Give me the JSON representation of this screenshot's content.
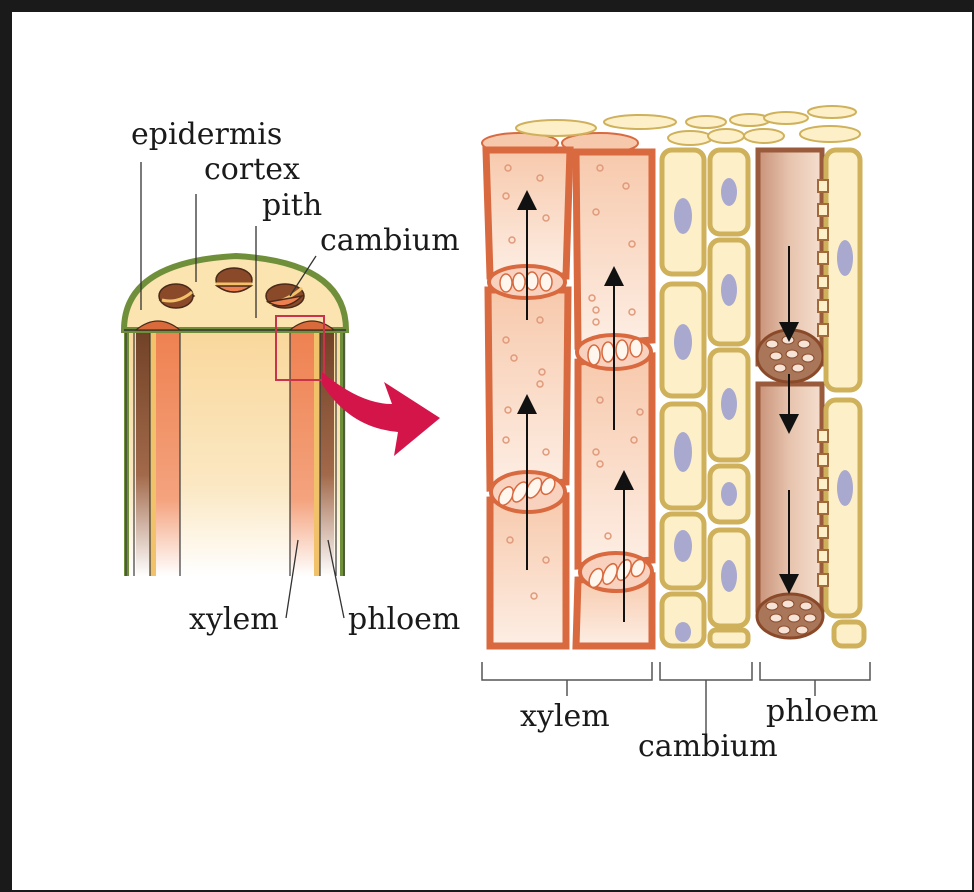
{
  "stem": {
    "labels": {
      "epidermis": "epidermis",
      "cortex": "cortex",
      "pith": "pith",
      "cambium": "cambium",
      "xylem": "xylem",
      "phloem": "phloem"
    }
  },
  "detail": {
    "labels": {
      "xylem": "xylem",
      "cambium": "cambium",
      "phloem": "phloem"
    }
  },
  "colors": {
    "border": "#1a1a1a",
    "epidermis": "#6f8f3a",
    "cortex": "#fbe4b0",
    "xylem": "#ee8b5e",
    "xylem_outline": "#d9693f",
    "phloem": "#7c4a30",
    "cambium_cell": "#fdf0c8",
    "cambium_outline": "#cfb15b",
    "nucleus": "#a9a8cf",
    "arrow": "#d4154a",
    "highlight_box": "#c8344c"
  }
}
